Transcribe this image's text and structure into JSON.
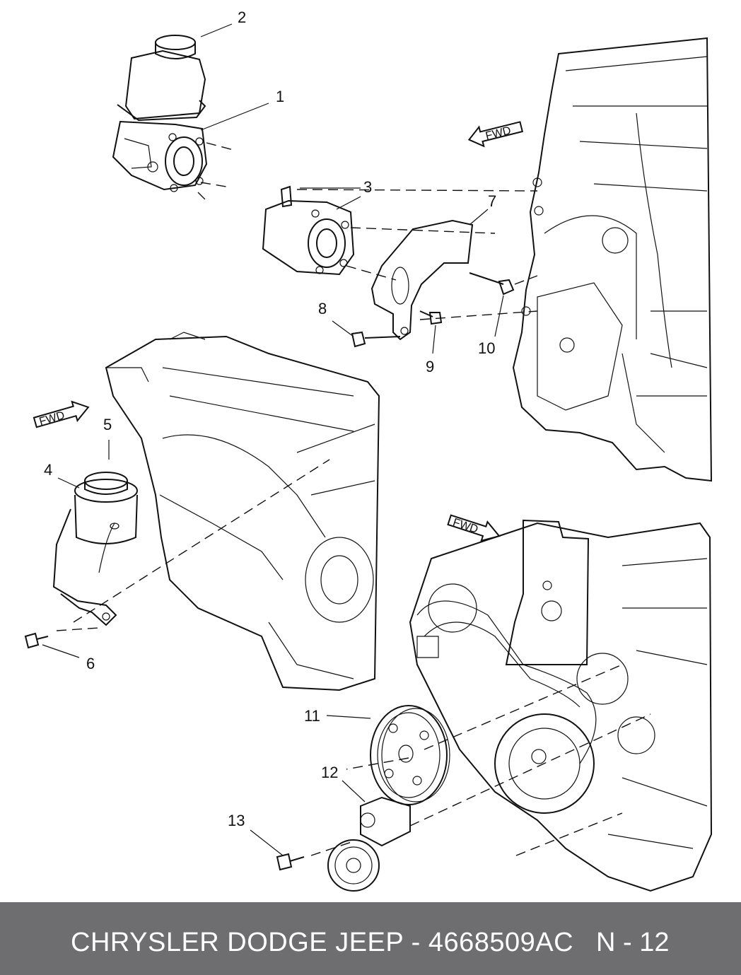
{
  "footer": {
    "title": "CHRYSLER DODGE JEEP - 4668509AC",
    "page": "N - 12",
    "background_color": "#6e6e70",
    "text_color": "#ffffff"
  },
  "callouts": [
    "1",
    "2",
    "3",
    "4",
    "5",
    "6",
    "7",
    "8",
    "9",
    "10",
    "11",
    "12",
    "13"
  ],
  "fwd_labels": [
    "FWD",
    "FWD",
    "FWD"
  ]
}
